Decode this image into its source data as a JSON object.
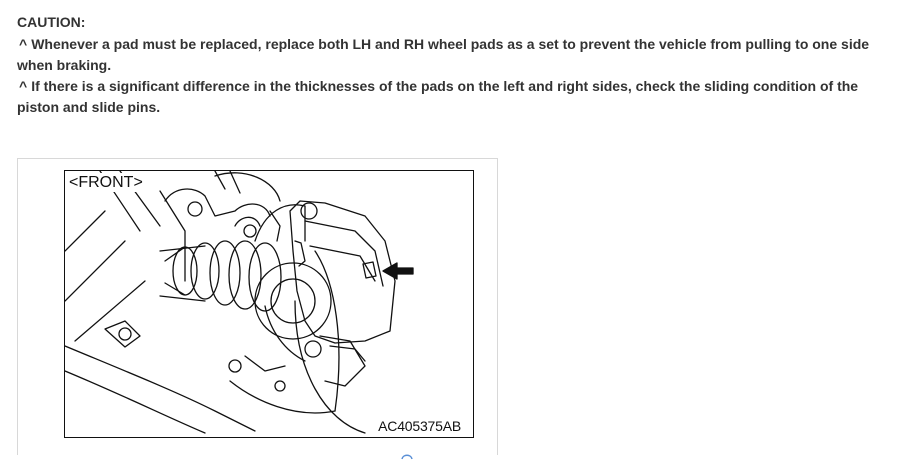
{
  "caution": {
    "title": "CAUTION:",
    "bullet_glyph": "^",
    "items": [
      "Whenever a pad must be replaced, replace both LH and RH wheel pads as a set to prevent the vehicle from pulling to one side when braking.",
      "If there is a significant difference in the thicknesses of the pads on the left and right sides, check the sliding condition of the piston and slide pins."
    ]
  },
  "figure": {
    "front_label": "<FRONT>",
    "code": "AC405375AB"
  }
}
